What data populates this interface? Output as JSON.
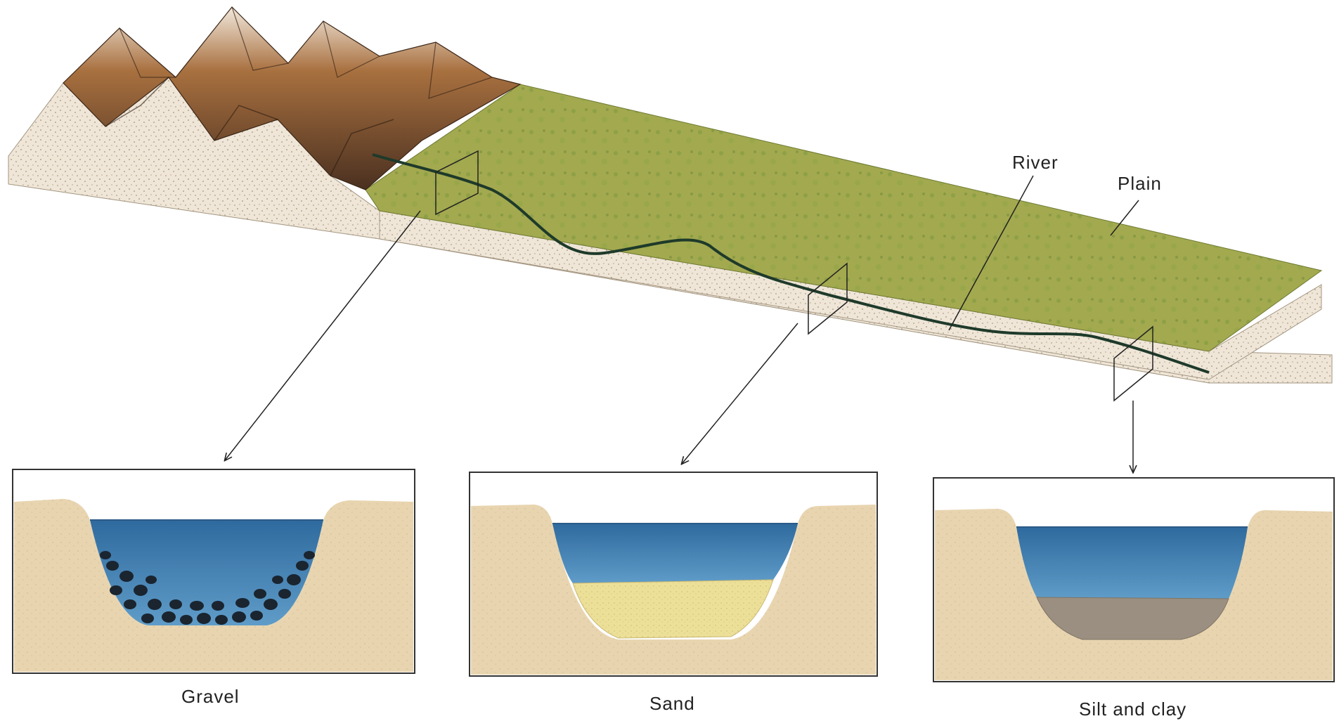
{
  "labels": {
    "river": "River",
    "plain": "Plain"
  },
  "cross_sections": [
    {
      "id": "gravel",
      "caption": "Gravel",
      "sediment_color": "#1a2530"
    },
    {
      "id": "sand",
      "caption": "Sand",
      "sediment_color": "#ecdf98"
    },
    {
      "id": "silt-clay",
      "caption": "Silt and clay",
      "sediment_color": "#9a8f80"
    }
  ],
  "colors": {
    "water": "#3f77a8",
    "bank": "#e8d5b0",
    "grass": "#9aa447",
    "mountain": "#8a5a33",
    "river_line": "#1e3a2a"
  }
}
